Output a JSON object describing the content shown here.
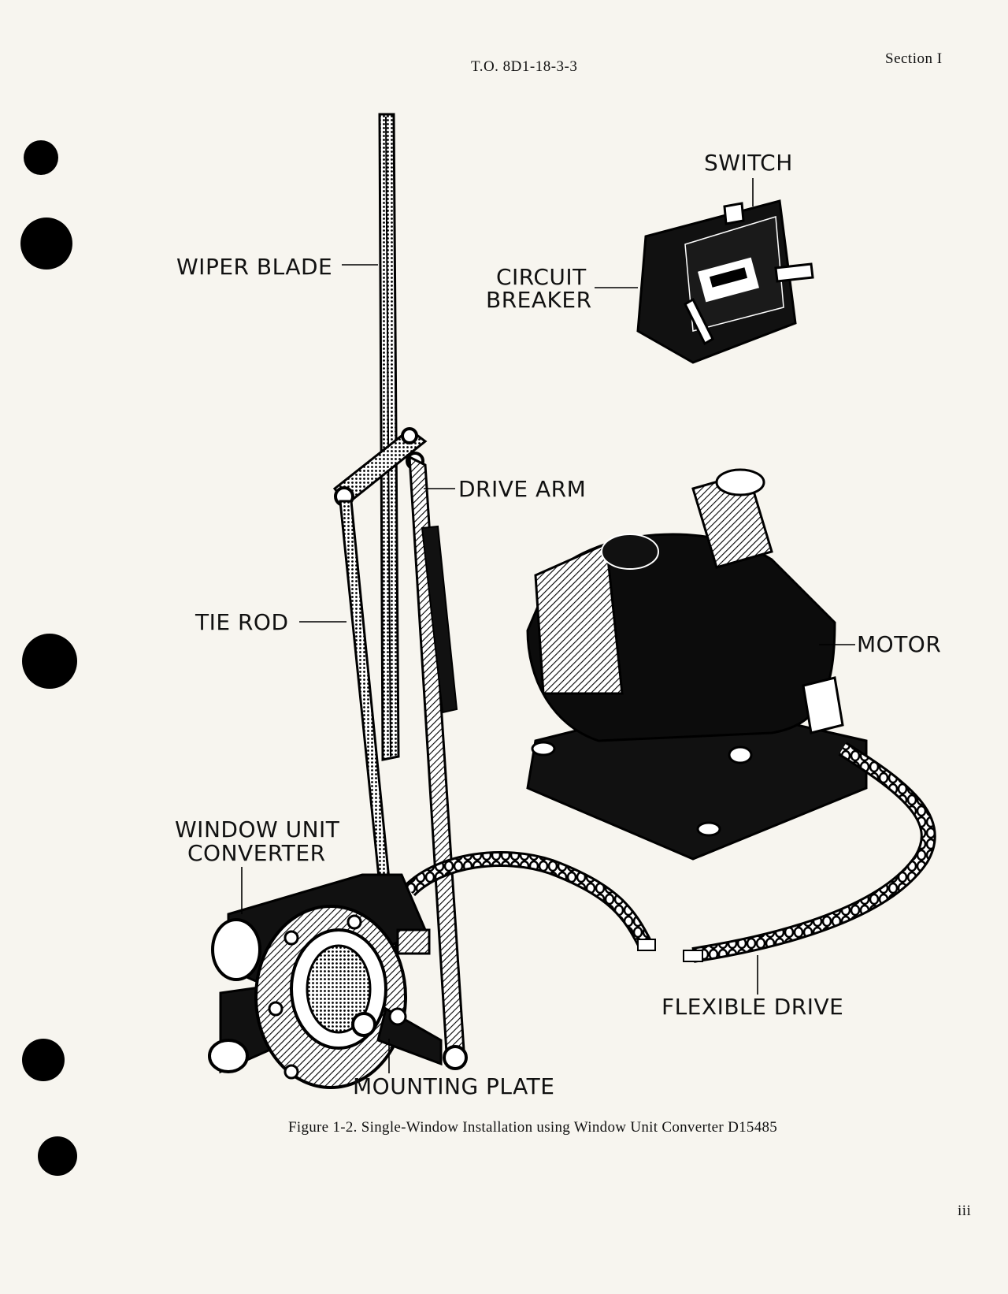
{
  "header": {
    "doc_number": "T.O. 8D1-18-3-3",
    "section": "Section I"
  },
  "labels": {
    "switch": "SWITCH",
    "wiper_blade": "WIPER BLADE",
    "circuit_breaker_line1": "CIRCUIT",
    "circuit_breaker_line2": "BREAKER",
    "drive_arm": "DRIVE ARM",
    "tie_rod": "TIE ROD",
    "motor": "MOTOR",
    "converter_line1": "WINDOW UNIT",
    "converter_line2": "CONVERTER",
    "flexible_drive": "FLEXIBLE DRIVE",
    "mounting_plate": "MOUNTING PLATE"
  },
  "caption": "Figure 1-2.  Single-Window Installation using Window Unit Converter D15485",
  "page_number": "iii"
}
